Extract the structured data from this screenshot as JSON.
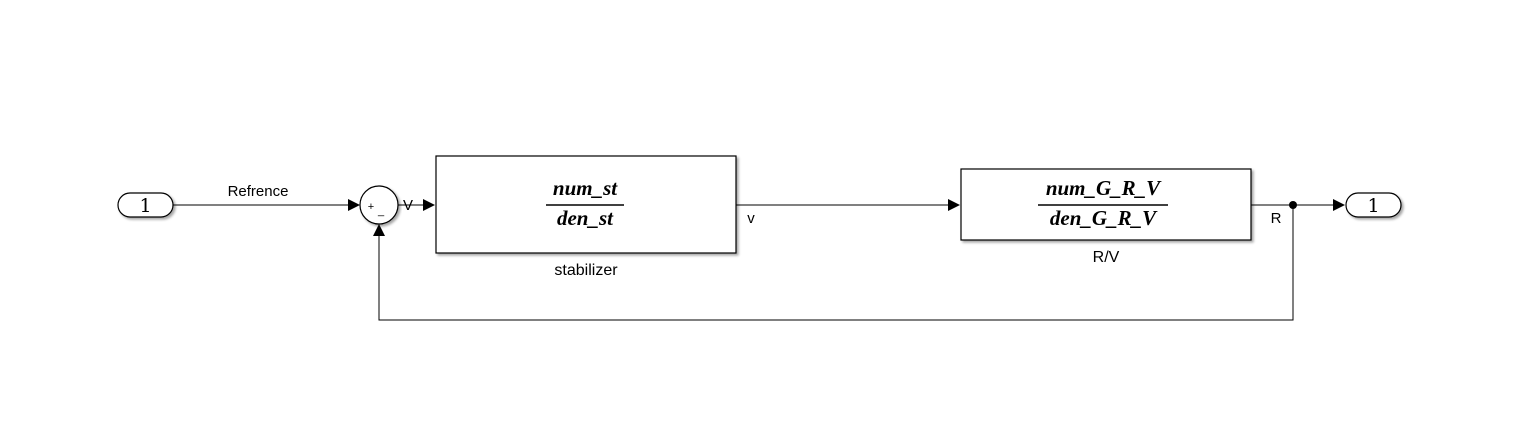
{
  "inport": {
    "label": "1"
  },
  "outport": {
    "label": "1"
  },
  "signals": {
    "reference": "Refrence",
    "error": "V",
    "control": "v",
    "output": "R"
  },
  "sum": {
    "plus": "+",
    "minus": "_"
  },
  "stabilizer": {
    "numerator": "num_st",
    "denominator": "den_st",
    "name": "stabilizer"
  },
  "plant": {
    "numerator": "num_G_R_V",
    "denominator": "den_G_R_V",
    "name": "R/V"
  }
}
